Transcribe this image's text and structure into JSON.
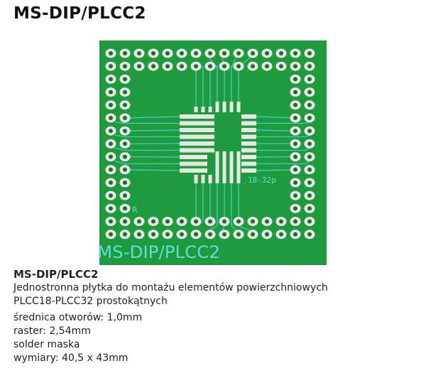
{
  "title": "MS-DIP/PLCC2",
  "board": {
    "silkscreen_name": "MS-DIP/PLCC2",
    "silkscreen_pins": "18-32p",
    "silkscreen_mark": "R",
    "colors": {
      "mask": "#1f9a3e",
      "trace": "#3fd0c0",
      "pad": "#e8e8e2"
    }
  },
  "description": {
    "name": "MS-DIP/PLCC2",
    "line1": "Jednostronna płytka do montażu elementów powierzchniowych",
    "line2": "PLCC18-PLCC32 prostokątnych",
    "specs": [
      "średnica otworów: 1,0mm",
      "raster: 2,54mm",
      "solder maska",
      "wymiary: 40,5 x 43mm"
    ]
  }
}
